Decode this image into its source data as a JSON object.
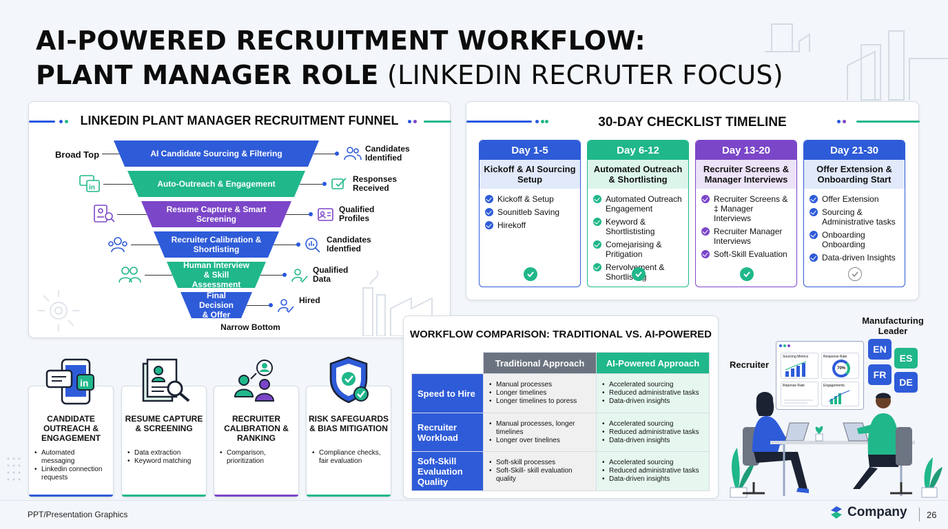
{
  "title": {
    "line1": "AI-POWERED RECRUITMENT WORKFLOW:",
    "line2_bold": "PLANT MANAGER ROLE",
    "line2_light": " (LINKEDIN RECRUTER FOCUS)"
  },
  "funnel": {
    "title": "LINKEDIN PLANT MANAGER RECRUITMENT FUNNEL",
    "top_label": "Broad Top",
    "bottom_label": "Narrow Bottom",
    "stages": [
      {
        "label": "AI Candidate Sourcing & Filtering",
        "color": "#2e5bd8",
        "output": "Candidates Identified"
      },
      {
        "label": "Auto-Outreach & Engagement",
        "color": "#20b78a",
        "output": "Responses Received"
      },
      {
        "label": "Resume Capture & Smart Screening",
        "color": "#7b46c8",
        "output": "Qualified Profiles"
      },
      {
        "label": "Recruiter Calibration & Shortlisting",
        "color": "#2e5bd8",
        "output": "Candidates Identfied"
      },
      {
        "label": "Human Interview & Skill Assessment",
        "color": "#20b78a",
        "output": "Qualified Data"
      },
      {
        "label": "Final Decision & Offer",
        "color": "#2e5bd8",
        "output": "Hired"
      }
    ]
  },
  "timeline": {
    "title": "30-DAY CHECKLIST TIMELINE",
    "columns": [
      {
        "day": "Day 1-5",
        "subtitle": "Kickoff & AI Sourcing Setup",
        "color": "#2e5bd8",
        "tint": "#e1e9fb",
        "items": [
          "Kickoff & Setup",
          "Sounitleb Saving",
          "Hirekoff"
        ],
        "done": true
      },
      {
        "day": "Day 6-12",
        "subtitle": "Automated Outreach & Shortlisting",
        "color": "#20b78a",
        "tint": "#dcf5ea",
        "items": [
          "Automated Outreach Engagement",
          "Keyword & Shortlististing",
          "Comejarising & Pritigation",
          "Rervolvement & Shortlisting"
        ],
        "done": true
      },
      {
        "day": "Day 13-20",
        "subtitle": "Recruiter Screens & Manager Interviews",
        "color": "#7b46c8",
        "tint": "#ece3f8",
        "items": [
          "Recruiter Screens & ‡ Manager Interviews",
          "Recruiter Manager Interviews",
          "Soft-Skill Evaluation"
        ],
        "done": true
      },
      {
        "day": "Day 21-30",
        "subtitle": "Offer Extension & Onboarding Start",
        "color": "#2e5bd8",
        "tint": "#e1e9fb",
        "items": [
          "Offer Extension",
          "Sourcing & Administrative tasks",
          "Onboarding Onboarding",
          "Data-driven Insights"
        ],
        "done": false
      }
    ]
  },
  "comparison": {
    "title": "WORKFLOW COMPARISON: TRADITIONAL VS. AI-POWERED",
    "col_traditional": "Traditional Approach",
    "col_ai": "AI-Powered Approach",
    "rows": [
      {
        "label": "Speed to Hire",
        "traditional": [
          "Manual processes",
          "Longer timelines",
          "Longer timelines to poress"
        ],
        "ai": [
          "Accelerated sourcing",
          "Reduced administrative tasks",
          "Data-driven insights"
        ]
      },
      {
        "label": "Recruiter Workload",
        "traditional": [
          "Manual processes, longer timelines",
          "Longer over tinelines"
        ],
        "ai": [
          "Accelerated sourcing",
          "Reduced administrative tasks",
          "Data-driven insights"
        ]
      },
      {
        "label": "Soft-Skill Evaluation Quality",
        "traditional": [
          "Soft-skill processes",
          "Soft-Skill- skill evaluation quality"
        ],
        "ai": [
          "Accelerated sourcing",
          "Reduced administrative tasks",
          "Data-driven insights"
        ]
      }
    ]
  },
  "pillars": [
    {
      "title": "CANDIDATE OUTREACH & ENGAGEMENT",
      "bullets": [
        "Automated messaging",
        "Linkedin connection requests"
      ],
      "color": "#2e5bd8",
      "icon": "linkedin-chat-icon"
    },
    {
      "title": "RESUME CAPTURE & SCREENING",
      "bullets": [
        "Data extraction",
        "Keyword matching"
      ],
      "color": "#20b78a",
      "icon": "resume-search-icon"
    },
    {
      "title": "RECRUITER CALIBRATION & RANKING",
      "bullets": [
        "Comparison, prioritization"
      ],
      "color": "#7b46c8",
      "icon": "people-ranking-icon"
    },
    {
      "title": "RISK SAFEGUARDS & BIAS MITIGATION",
      "bullets": [
        "Compliance checks, fair evaluation"
      ],
      "color": "#20b78a",
      "icon": "shield-check-icon"
    }
  ],
  "illustration": {
    "recruiter_label": "Recruiter",
    "leader_label": "Manufacturing Leader",
    "dashboard": {
      "tile1": "Sourcing Metrics",
      "tile2": "Response Rate",
      "tile2_value": "70%",
      "tile3": "Reponse Rate",
      "tile4": "Engagements"
    },
    "languages": [
      "EN",
      "ES",
      "FR",
      "DE"
    ]
  },
  "footer": {
    "left": "PPT/Presentation Graphics",
    "brand": "Company",
    "page": "26"
  }
}
